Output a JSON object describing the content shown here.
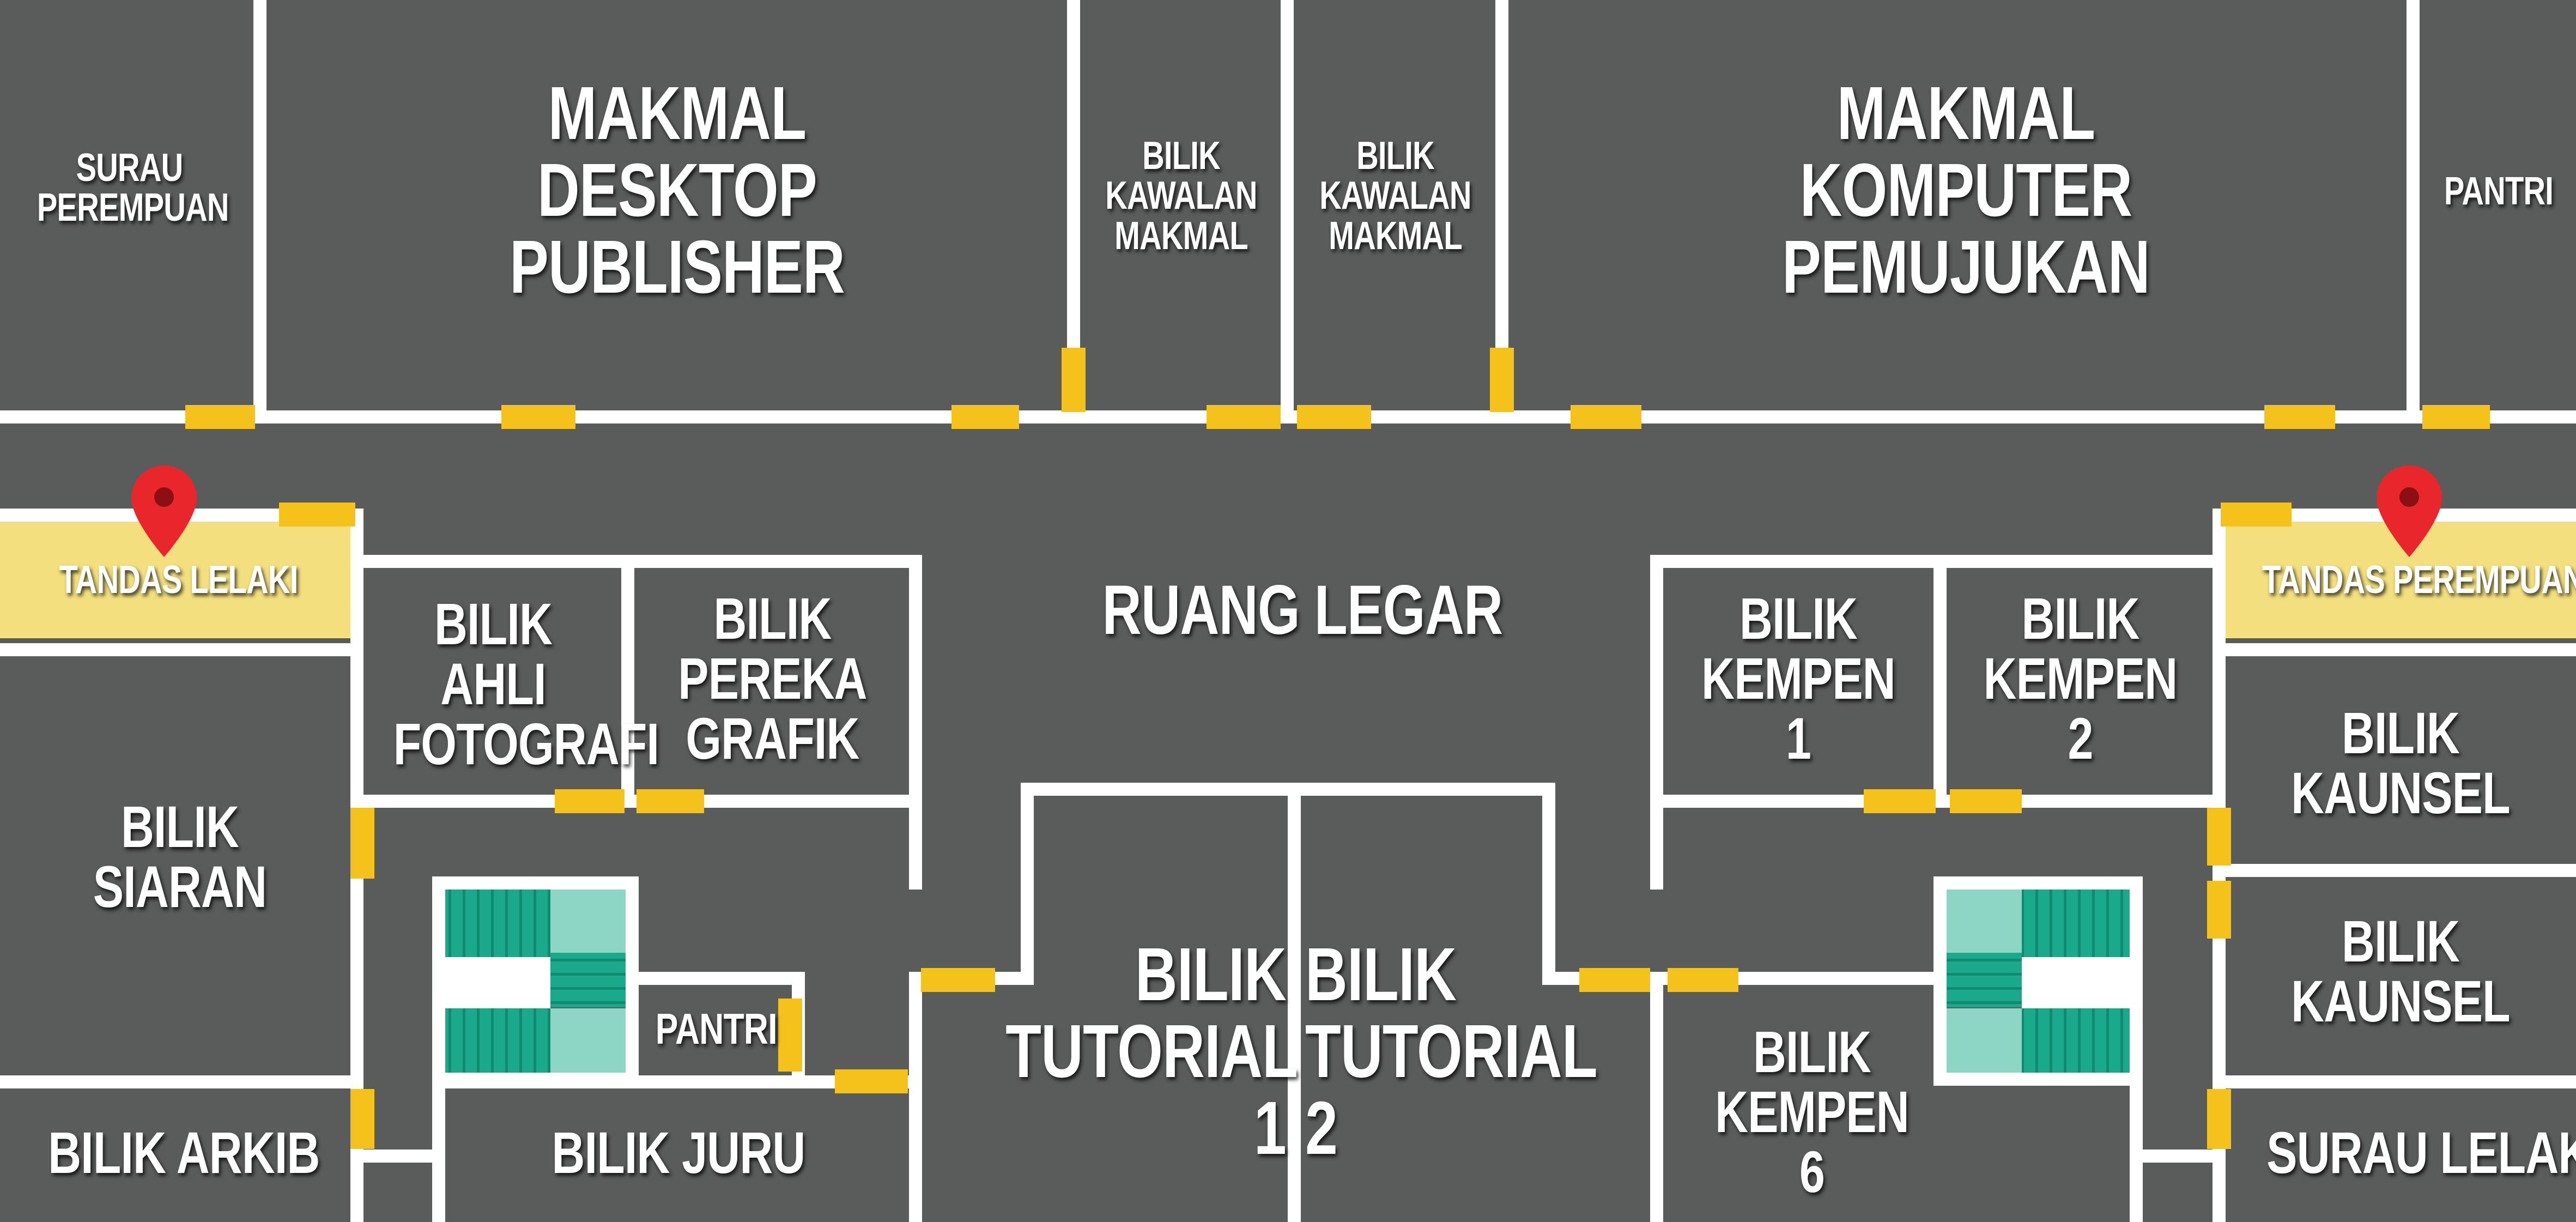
{
  "map": {
    "rooms": {
      "surau_perempuan": [
        "SURAU",
        "PEREMPUAN"
      ],
      "makmal_desktop_publisher": [
        "MAKMAL",
        "DESKTOP",
        "PUBLISHER"
      ],
      "bilik_kawalan_makmal_1": [
        "BILIK",
        "KAWALAN",
        "MAKMAL"
      ],
      "bilik_kawalan_makmal_2": [
        "BILIK",
        "KAWALAN",
        "MAKMAL"
      ],
      "makmal_komputer_pemujukan": [
        "MAKMAL",
        "KOMPUTER",
        "PEMUJUKAN"
      ],
      "pantri_top": [
        "PANTRI"
      ],
      "tandas_lelaki": [
        "TANDAS LELAKI"
      ],
      "tandas_perempuan": [
        "TANDAS PEREMPUAN"
      ],
      "ruang_legar": [
        "RUANG LEGAR"
      ],
      "bilik_ahli_fotografi": [
        "BILIK",
        "AHLI",
        "FOTOGRAFI"
      ],
      "bilik_pereka_grafik": [
        "BILIK",
        "PEREKA",
        "GRAFIK"
      ],
      "bilik_kempen_1": [
        "BILIK",
        "KEMPEN",
        "1"
      ],
      "bilik_kempen_2": [
        "BILIK",
        "KEMPEN",
        "2"
      ],
      "bilik_siaran": [
        "BILIK",
        "SIARAN"
      ],
      "bilik_kaunsel_1": [
        "BILIK",
        "KAUNSEL"
      ],
      "bilik_kaunsel_2": [
        "BILIK",
        "KAUNSEL"
      ],
      "pantri_bottom": [
        "PANTRI"
      ],
      "bilik_tutorial_1": [
        "BILIK",
        "TUTORIAL",
        "1"
      ],
      "bilik_tutorial_2": [
        "BILIK",
        "TUTORIAL",
        "2"
      ],
      "bilik_kempen_6": [
        "BILIK",
        "KEMPEN",
        "6"
      ],
      "bilik_arkib": [
        "BILIK ARKIB"
      ],
      "bilik_juru": [
        "BILIK JURU"
      ],
      "surau_lelaki": [
        "SURAU LELAKI"
      ]
    },
    "markers": [
      "location-pin-icon",
      "location-pin-icon"
    ],
    "colors": {
      "floor": "#5a5b5b",
      "wall": "#ffffff",
      "door": "#f5c11b",
      "highlight": "#f3df7e",
      "pin": "#e8262b",
      "stair_dark": "#1aa98a",
      "stair_light": "#8dd6c5"
    }
  }
}
